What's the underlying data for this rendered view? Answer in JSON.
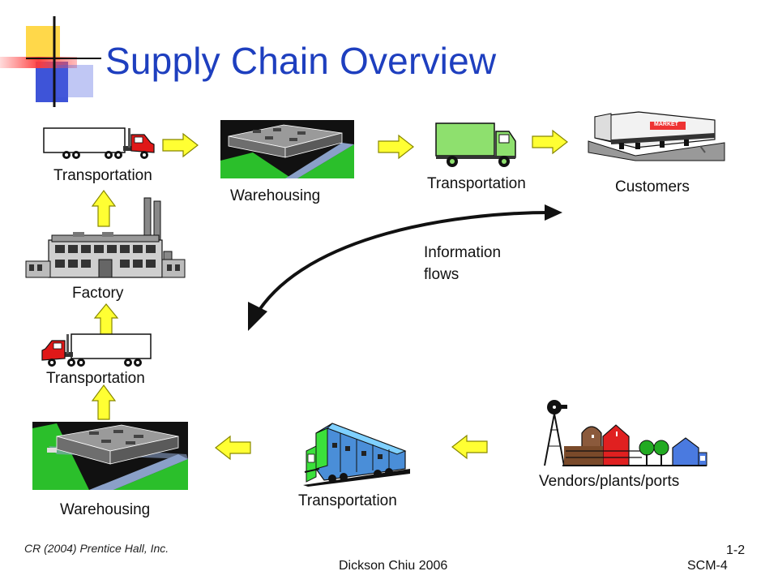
{
  "title": "Supply Chain Overview",
  "nodes": {
    "transportation_truck_top": "Transportation",
    "warehousing_top": "Warehousing",
    "transportation_van": "Transportation",
    "customers": "Customers",
    "factory": "Factory",
    "transportation_truck_left": "Transportation",
    "warehousing_bottom": "Warehousing",
    "transportation_train": "Transportation",
    "vendors": "Vendors/plants/ports"
  },
  "info_flows": {
    "line1": "Information",
    "line2": "flows"
  },
  "store_sign": "MARKET",
  "footer": {
    "credit": "CR (2004) Prentice Hall, Inc.",
    "slide_number": "1-2",
    "author": "Dickson Chiu 2006",
    "course": "SCM-4"
  },
  "colors": {
    "title": "#1e3fbf",
    "arrow_fill": "#ffff33",
    "arrow_stroke": "#888800"
  }
}
